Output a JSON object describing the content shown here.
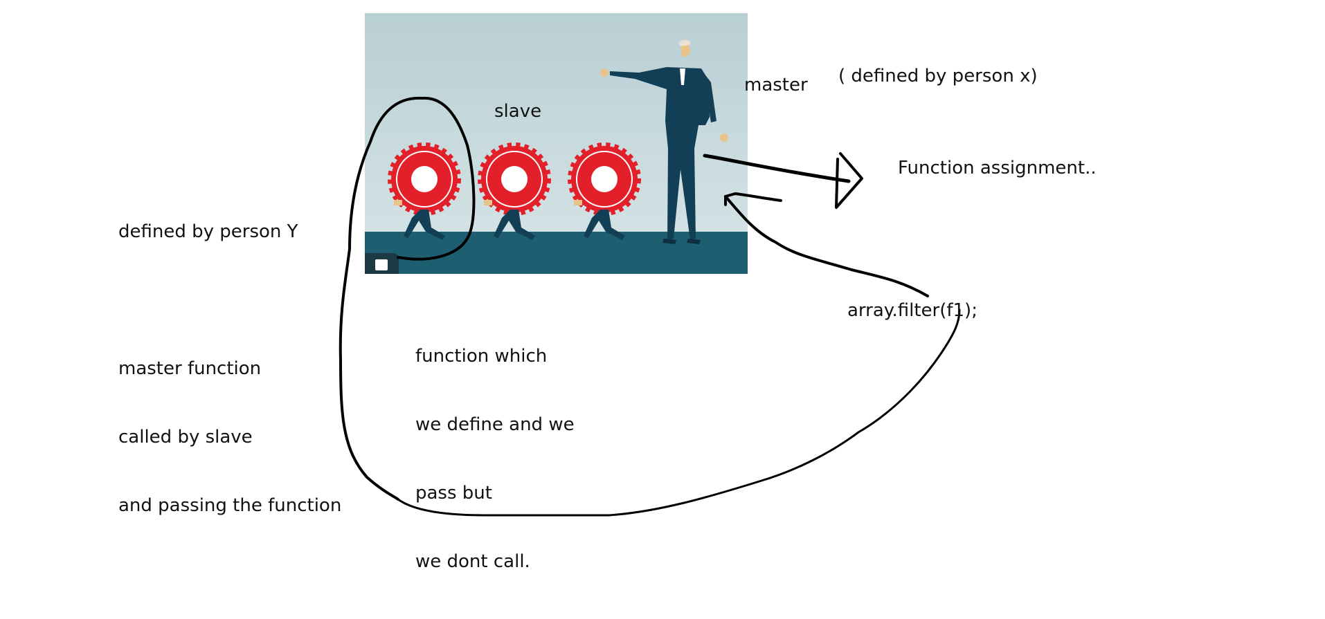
{
  "labels": {
    "master": "master",
    "defined_by_x": "( defined by person x)",
    "slave": "slave",
    "function_assignment": "Function assignment..",
    "left_note": [
      "defined by person Y",
      "",
      "master function",
      "called by slave",
      "and passing the function"
    ],
    "center_note": [
      "function which",
      "we define and we",
      "pass but",
      "we dont call."
    ],
    "code": "array.filter(f1);"
  },
  "illustration": {
    "figures": [
      "gear-carrier",
      "gear-carrier",
      "gear-carrier",
      "pointing-man"
    ],
    "colors": {
      "sky": "#c3d8dc",
      "floor": "#1d5f70",
      "gear": "#e3202a",
      "suit": "#123f55",
      "skin": "#e8c489"
    }
  },
  "ink": {
    "color": "#000000"
  }
}
